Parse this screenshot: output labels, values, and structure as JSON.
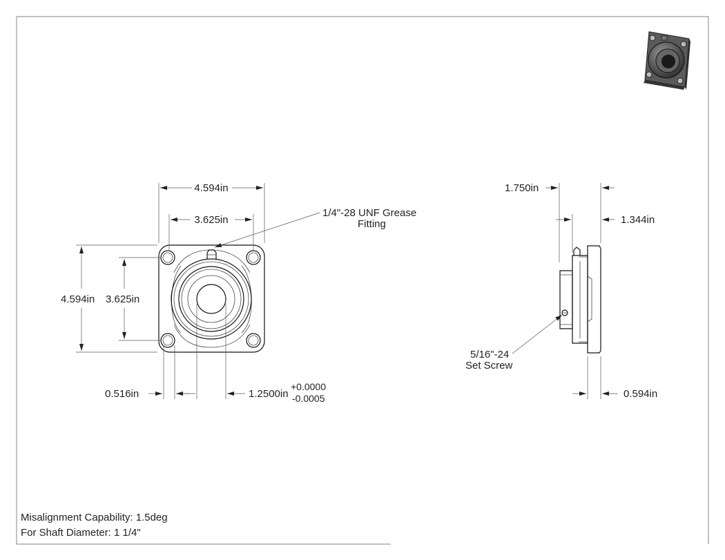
{
  "front_view": {
    "overall_width": "4.594in",
    "bolt_spacing_width": "3.625in",
    "overall_height": "4.594in",
    "bolt_spacing_height": "3.625in",
    "bolt_hole_diameter": "0.516in",
    "bore_diameter": "1.2500in",
    "bore_tol_plus": "+0.0000",
    "bore_tol_minus": "-0.0005",
    "grease_fitting_line1": "1/4\"-28 UNF Grease",
    "grease_fitting_line2": "Fitting"
  },
  "side_view": {
    "overall_depth": "1.750in",
    "housing_depth": "1.344in",
    "flange_thickness": "0.594in",
    "set_screw_line1": "5/16\"-24",
    "set_screw_line2": "Set Screw"
  },
  "notes": {
    "misalignment": "Misalignment Capability: 1.5deg",
    "shaft_diameter": "For Shaft Diameter: 1 1/4\""
  },
  "thumbnail": {
    "icon": "flange-bearing-3d-icon"
  }
}
